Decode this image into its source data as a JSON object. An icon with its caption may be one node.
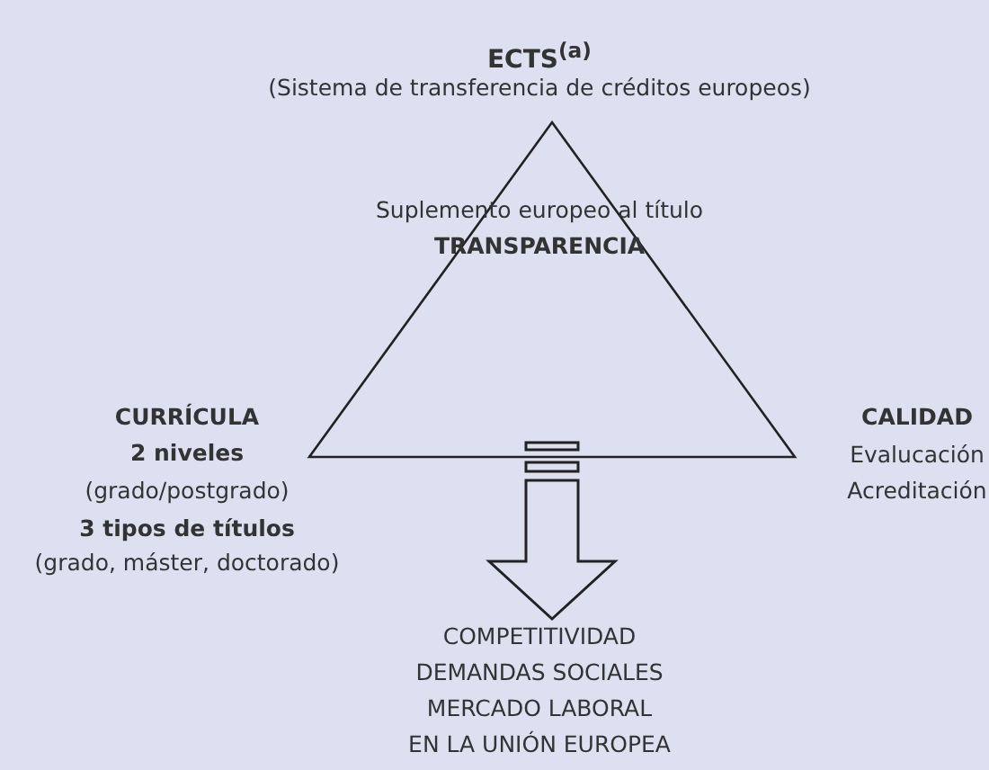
{
  "diagram": {
    "nodes": [
      {
        "text": [],
        "shape": "triangle"
      },
      {
        "text": [
          "COMPETITIVIDAD",
          "DEMANDAS SOCIALES",
          "MERCADO LABORAL",
          "EN LA UNIÓN EUROPEA"
        ]
      }
    ],
    "edges": [
      {
        "from": 0,
        "to": 1,
        "arrow": "to",
        "style": "thick"
      }
    ],
    "labels": [
      "ECTS$^{(a)}$",
      "(Sistema de transferencia de créditos europeos)",
      "Suplemento europeo al título",
      "TRANSPARENCIA",
      "CURRÍCULA",
      "2 niveles",
      "(grado/postgrado)",
      "3 tipos de títulos",
      "(grado, máster, doctorado)",
      "CALIDAD",
      "Evalucación",
      "Acreditación"
    ]
  }
}
